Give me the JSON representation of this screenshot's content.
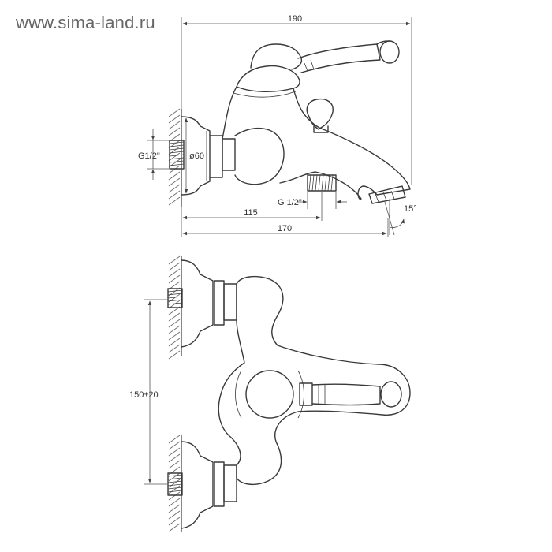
{
  "watermark": "www.sima-land.ru",
  "dimensions": {
    "total_width": "190",
    "thread_inlet": "G1/2\"",
    "flange_diameter": "ø60",
    "thread_outlet": "G 1/2\"",
    "spout_angle": "15°",
    "length_115": "115",
    "length_170": "170",
    "inlet_spacing": "150±20"
  },
  "colors": {
    "line": "#3a3a3a",
    "watermark": "#666666",
    "background": "#ffffff"
  }
}
